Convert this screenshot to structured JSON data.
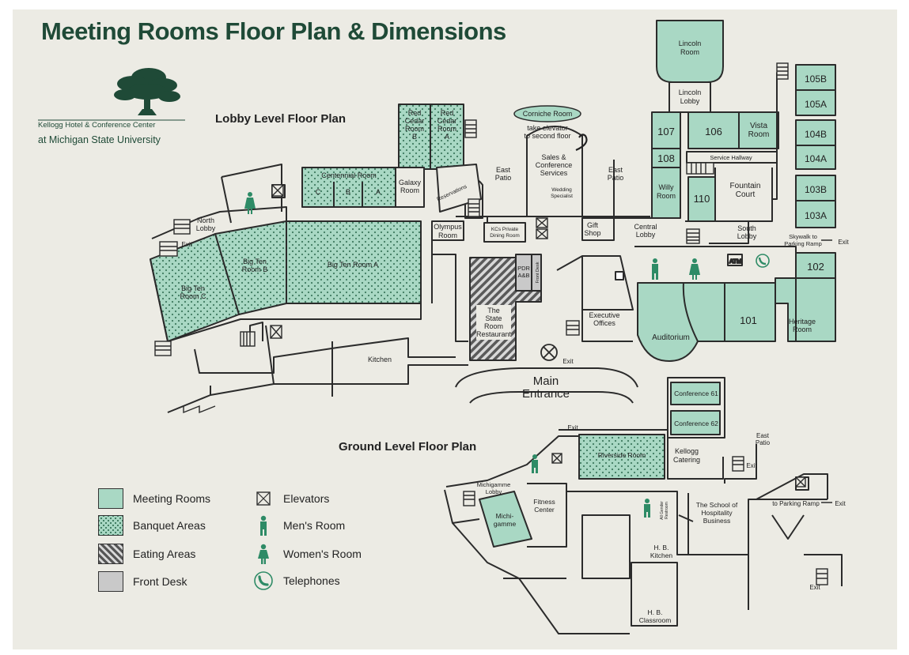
{
  "title": "Meeting Rooms Floor Plan & Dimensions",
  "logo": {
    "line1": "Kellogg Hotel & Conference Center",
    "line2": "at Michigan State University"
  },
  "sections": {
    "lobby": "Lobby Level Floor Plan",
    "ground": "Ground Level Floor Plan"
  },
  "colors": {
    "meeting": "#a9d8c4",
    "banquet": "#a9d8c4",
    "eating": "#6e6e6e",
    "front_desk": "#c9c9c9",
    "brand": "#1f4a37",
    "icon": "#2e8b66",
    "wall": "#2b2b2b",
    "background": "#ecebe4"
  },
  "rooms": {
    "lincoln_room": [
      "Lincoln",
      "Room"
    ],
    "lincoln_lobby": [
      "Lincoln",
      "Lobby"
    ],
    "r107": "107",
    "r108": "108",
    "r106": "106",
    "vista_room": [
      "Vista",
      "Room"
    ],
    "service_hallway": "Service Hallway",
    "willy_room": [
      "Willy",
      "Room"
    ],
    "r110": "110",
    "fountain_court": [
      "Fountain",
      "Court"
    ],
    "r105b": "105B",
    "r105a": "105A",
    "r104b": "104B",
    "r104a": "104A",
    "r103b": "103B",
    "r103a": "103A",
    "skywalk": [
      "Skywalk to",
      "Parking Ramp"
    ],
    "exit": "Exit",
    "r102": "102",
    "r101": "101",
    "heritage_room": [
      "Heritage",
      "Room"
    ],
    "atm": "ATM",
    "south_lobby": [
      "South",
      "Lobby"
    ],
    "central_lobby": [
      "Central",
      "Lobby"
    ],
    "gift_shop": [
      "Gift",
      "Shop"
    ],
    "east_patio": [
      "East",
      "Patio"
    ],
    "sales": [
      "Sales &",
      "Conference",
      "Services"
    ],
    "wedding": [
      "Wedding",
      "Specialist"
    ],
    "corniche_room": "Corniche Room",
    "take_elevator": [
      "take elevator",
      "to second floor"
    ],
    "red_cedar_b": [
      "Red",
      "Cedar",
      "Room",
      "B"
    ],
    "red_cedar_a": [
      "Red",
      "Cedar",
      "Room",
      "A"
    ],
    "centennial_room": "Centennial Room",
    "centennial_c": "C",
    "centennial_b": "B",
    "centennial_a": "A",
    "galaxy_room": [
      "Galaxy",
      "Room"
    ],
    "reservations": "Reservations",
    "olympus_room": [
      "Olympus",
      "Room"
    ],
    "kcs_private": [
      "KCs Private",
      "Dining Room"
    ],
    "north_lobby": [
      "North",
      "Lobby"
    ],
    "big_ten_a": "Big Ten Room A",
    "big_ten_b": [
      "Big Ten",
      "Room B"
    ],
    "big_ten_c": [
      "Big Ten",
      "Room C"
    ],
    "pdr_ab": [
      "PDR",
      "A&B"
    ],
    "front_desk_label": "Front Desk",
    "state_room": [
      "The",
      "State",
      "Room",
      "Restaurant"
    ],
    "executive_offices": [
      "Executive",
      "Offices"
    ],
    "auditorium": "Auditorium",
    "kitchen": "Kitchen",
    "main_entrance": [
      "Main",
      "Entrance"
    ]
  },
  "ground": {
    "conference61": "Conference 61",
    "conference62": "Conference 62",
    "exit": "Exit",
    "east_patio": [
      "East",
      "Patio"
    ],
    "riverside_room": "Riverside Room",
    "kellogg_catering": [
      "Kellogg",
      "Catering"
    ],
    "to_parking_ramp": "to Parking Ramp",
    "michigamme_lobby": [
      "Michigamme",
      "Lobby"
    ],
    "michigamme": [
      "Michi-",
      "gamme"
    ],
    "fitness_center": [
      "Fitness",
      "Center"
    ],
    "all_gender": [
      "All Gender",
      "Restroom"
    ],
    "hospitality": [
      "The School of",
      "Hospitality",
      "Business"
    ],
    "hb_kitchen": [
      "H. B.",
      "Kitchen"
    ],
    "hb_classroom": [
      "H. B.",
      "Classroom"
    ]
  },
  "legend": {
    "meeting_rooms": "Meeting Rooms",
    "banquet_areas": "Banquet Areas",
    "eating_areas": "Eating Areas",
    "front_desk": "Front Desk",
    "elevators": "Elevators",
    "mens_room": "Men's Room",
    "womens_room": "Women's Room",
    "telephones": "Telephones"
  },
  "icons": [
    "tree-logo-icon",
    "elevator-icon",
    "men-room-icon",
    "women-room-icon",
    "telephone-icon",
    "exit-marker-icon",
    "curved-arrow-icon"
  ]
}
